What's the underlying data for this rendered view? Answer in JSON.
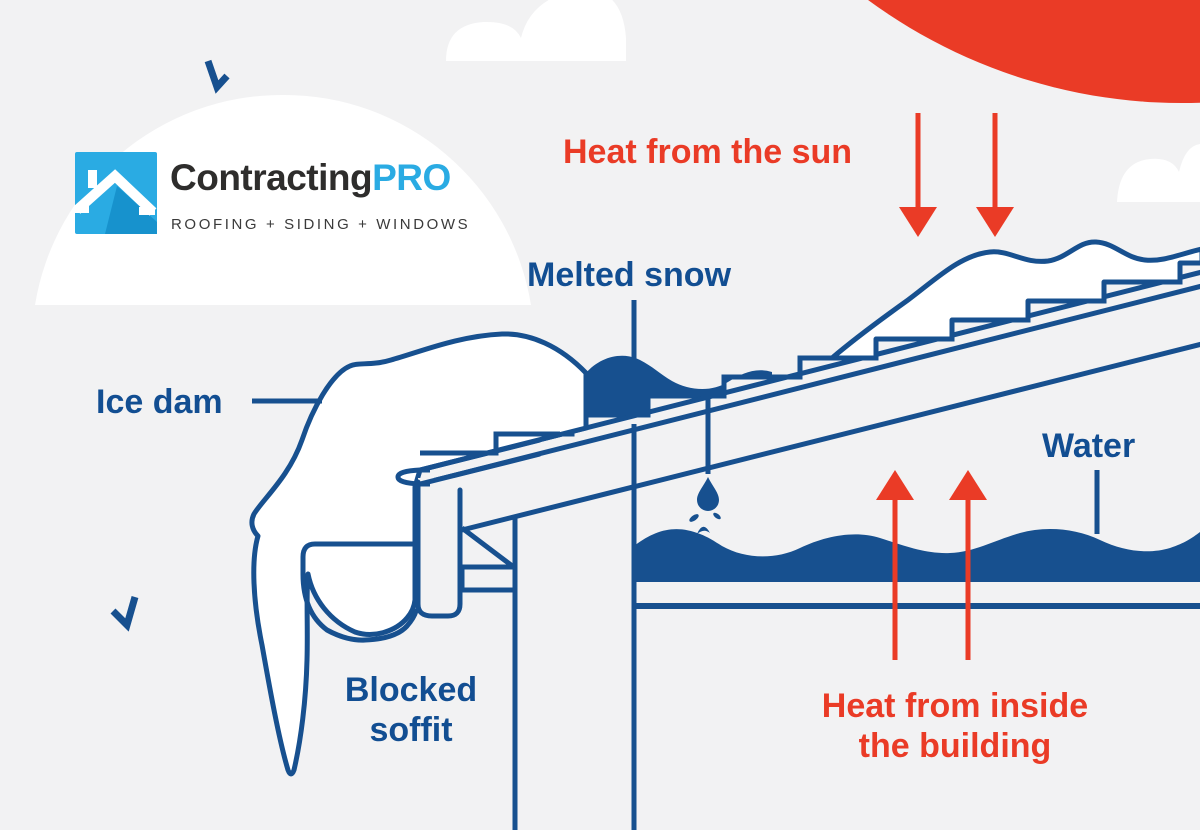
{
  "colors": {
    "bg": "#f2f2f3",
    "blue": "#17508f",
    "text_blue": "#124e92",
    "red": "#ea3b26",
    "white": "#ffffff",
    "logo_blue": "#2aabe3",
    "logo_dark": "#2e2d2c",
    "logo_shade": "#1792cd",
    "tagline": "#3a3a3a"
  },
  "logo": {
    "name_main": "Contracting",
    "name_accent": "PRO",
    "tagline": "ROOFING + SIDING + WINDOWS"
  },
  "labels": {
    "heat_sun": "Heat from the sun",
    "melted_snow": "Melted snow",
    "ice_dam": "Ice dam",
    "water": "Water",
    "blocked_soffit_line1": "Blocked",
    "blocked_soffit_line2": "soffit",
    "heat_inside_line1": "Heat from inside",
    "heat_inside_line2": "the building"
  }
}
